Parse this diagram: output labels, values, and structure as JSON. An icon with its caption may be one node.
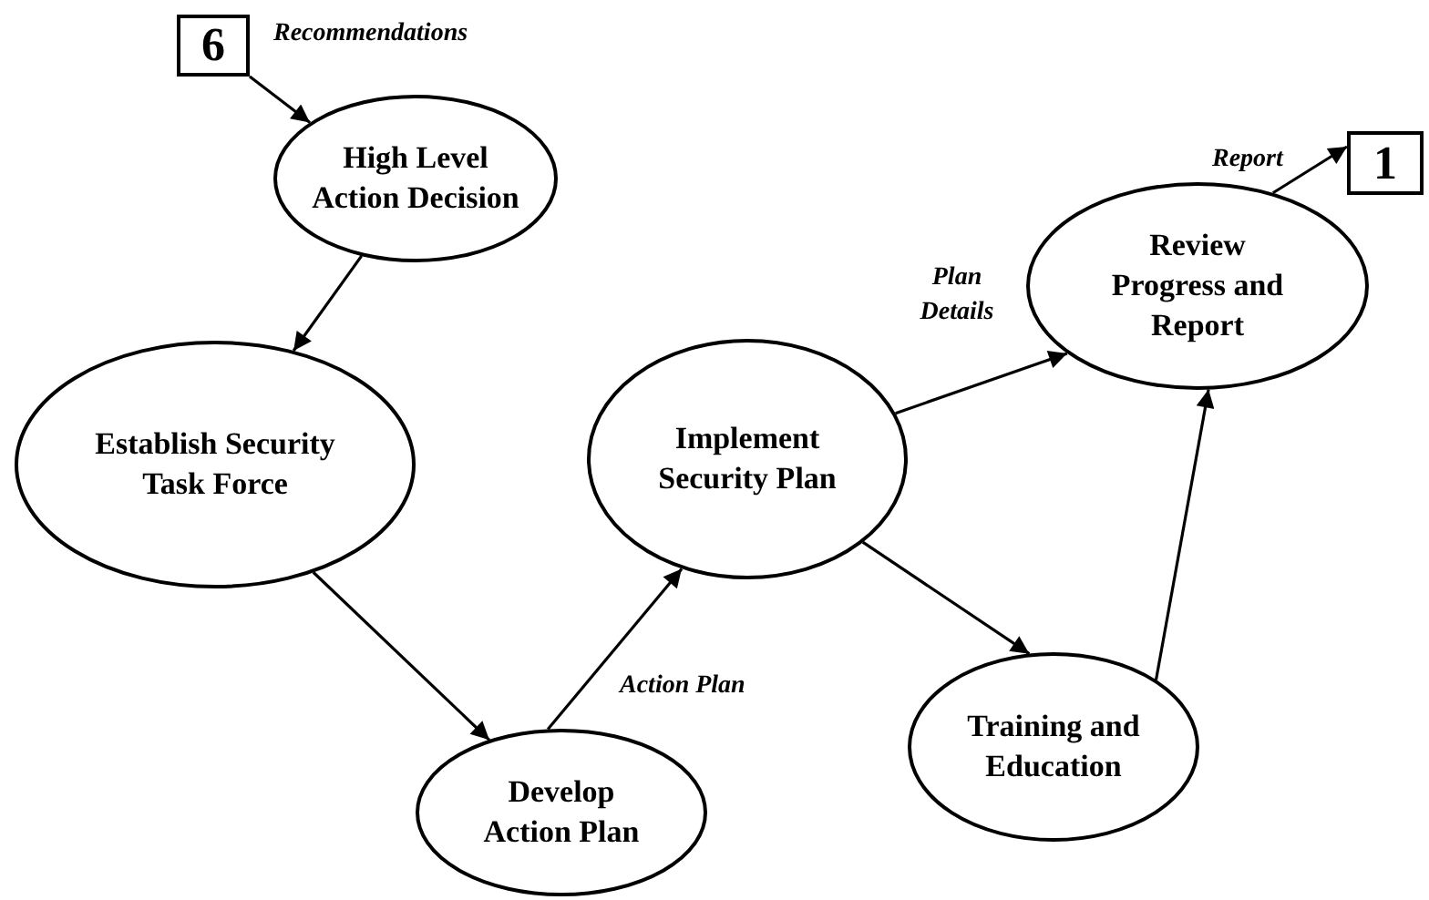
{
  "diagram": {
    "nodes": [
      {
        "text": [
          "6"
        ]
      },
      {
        "text": [
          "High Level Action Decision"
        ]
      },
      {
        "text": [
          "Establish Security Task Force"
        ]
      },
      {
        "text": [
          "Develop Action Plan"
        ]
      },
      {
        "text": [
          "Implement Security Plan"
        ]
      },
      {
        "text": [
          "Review Progress and Report"
        ]
      },
      {
        "text": [
          "Training and Education"
        ]
      },
      {
        "text": [
          "1"
        ]
      }
    ],
    "edges": [
      {
        "from": 0,
        "to": 1,
        "arrow": "to",
        "label": "Recommendations"
      },
      {
        "from": 1,
        "to": 2,
        "arrow": "to"
      },
      {
        "from": 2,
        "to": 3,
        "arrow": "to"
      },
      {
        "from": 3,
        "to": 4,
        "arrow": "to",
        "label": "Action Plan"
      },
      {
        "from": 4,
        "to": 5,
        "arrow": "to",
        "label": "Plan Details"
      },
      {
        "from": 4,
        "to": 6,
        "arrow": "to"
      },
      {
        "from": 6,
        "to": 5,
        "arrow": "to"
      },
      {
        "from": 5,
        "to": 7,
        "arrow": "to",
        "label": "Report"
      }
    ]
  }
}
